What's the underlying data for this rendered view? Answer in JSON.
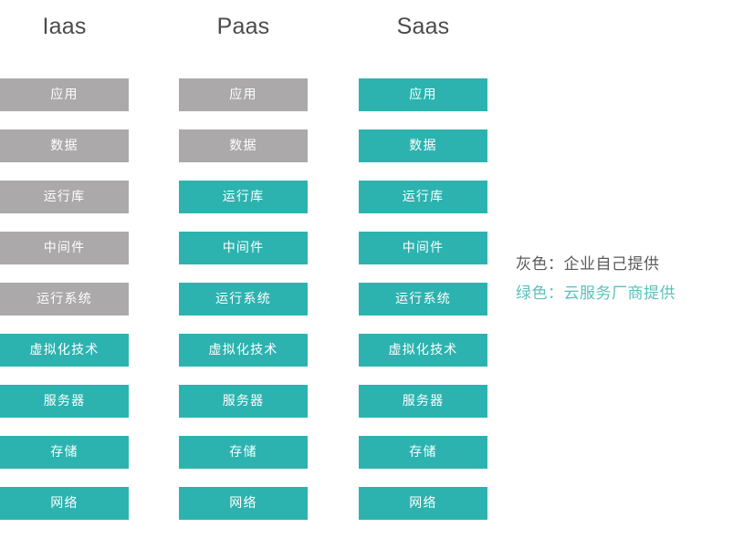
{
  "diagram": {
    "title_row": [
      "Iaas",
      "Paas",
      "Saas"
    ],
    "colors": {
      "gray": "#aba9a9",
      "teal": "#2cb3b0",
      "background": "#ffffff",
      "header_text": "#4b4b4b",
      "legend_gray_text": "#5a5a5a",
      "legend_teal_text": "#5cc0bb"
    },
    "layer_names": [
      "应用",
      "数据",
      "运行库",
      "中间件",
      "运行系统",
      "虚拟化技术",
      "服务器",
      "存储",
      "网络"
    ],
    "columns": [
      {
        "header": "Iaas",
        "layers": [
          {
            "label": "应用",
            "owner": "gray"
          },
          {
            "label": "数据",
            "owner": "gray"
          },
          {
            "label": "运行库",
            "owner": "gray"
          },
          {
            "label": "中间件",
            "owner": "gray"
          },
          {
            "label": "运行系统",
            "owner": "gray"
          },
          {
            "label": "虚拟化技术",
            "owner": "teal"
          },
          {
            "label": "服务器",
            "owner": "teal"
          },
          {
            "label": "存储",
            "owner": "teal"
          },
          {
            "label": "网络",
            "owner": "teal"
          }
        ]
      },
      {
        "header": "Paas",
        "layers": [
          {
            "label": "应用",
            "owner": "gray"
          },
          {
            "label": "数据",
            "owner": "gray"
          },
          {
            "label": "运行库",
            "owner": "teal"
          },
          {
            "label": "中间件",
            "owner": "teal"
          },
          {
            "label": "运行系统",
            "owner": "teal"
          },
          {
            "label": "虚拟化技术",
            "owner": "teal"
          },
          {
            "label": "服务器",
            "owner": "teal"
          },
          {
            "label": "存储",
            "owner": "teal"
          },
          {
            "label": "网络",
            "owner": "teal"
          }
        ]
      },
      {
        "header": "Saas",
        "layers": [
          {
            "label": "应用",
            "owner": "teal"
          },
          {
            "label": "数据",
            "owner": "teal"
          },
          {
            "label": "运行库",
            "owner": "teal"
          },
          {
            "label": "中间件",
            "owner": "teal"
          },
          {
            "label": "运行系统",
            "owner": "teal"
          },
          {
            "label": "虚拟化技术",
            "owner": "teal"
          },
          {
            "label": "服务器",
            "owner": "teal"
          },
          {
            "label": "存储",
            "owner": "teal"
          },
          {
            "label": "网络",
            "owner": "teal"
          }
        ]
      }
    ],
    "legend": [
      {
        "text": "灰色：企业自己提供",
        "swatch": "gray"
      },
      {
        "text": "绿色：云服务厂商提供",
        "swatch": "teal"
      }
    ]
  }
}
